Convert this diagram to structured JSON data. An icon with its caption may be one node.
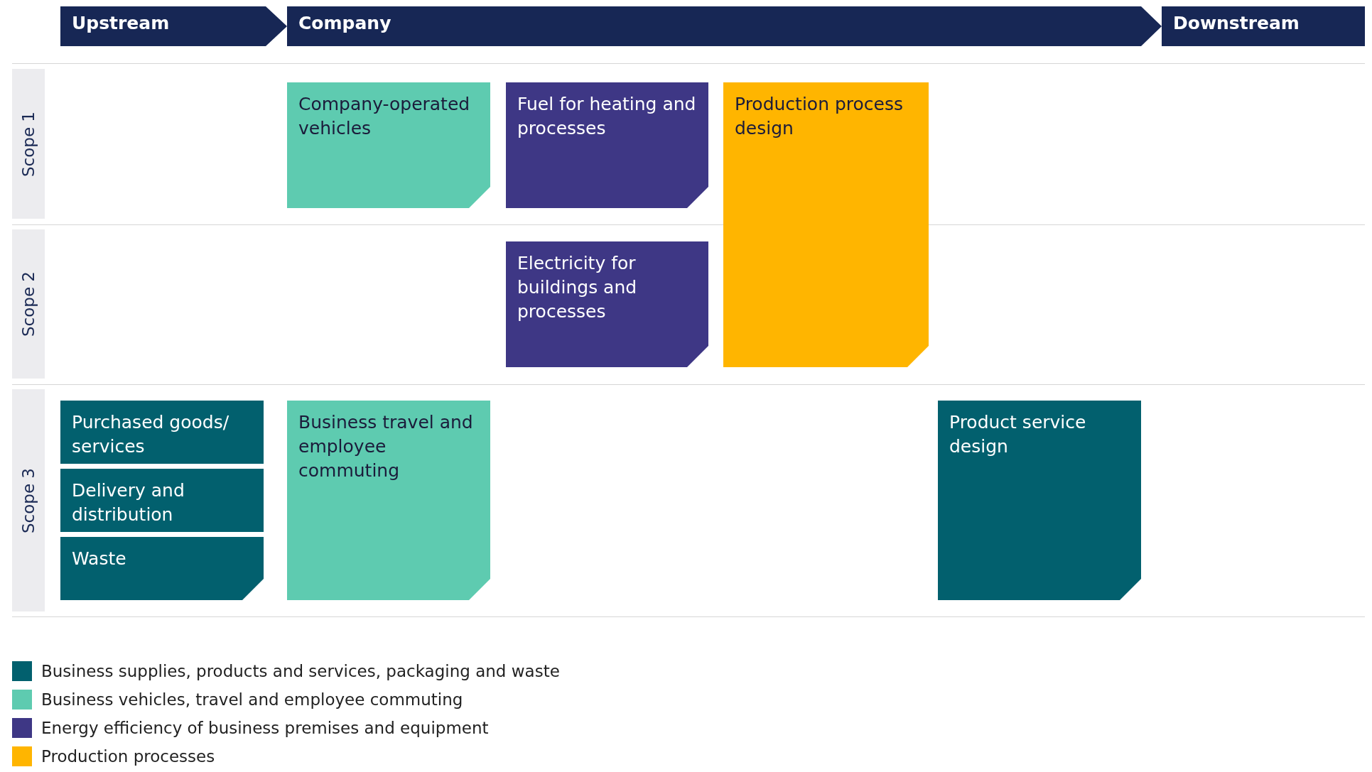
{
  "diagram": {
    "nodes": [
      {
        "text": [
          "Upstream"
        ]
      },
      {
        "text": [
          "Company"
        ]
      },
      {
        "text": [
          "Downstream"
        ]
      },
      {
        "text": [
          "Scope 1"
        ]
      },
      {
        "text": [
          "Scope 2"
        ]
      },
      {
        "text": [
          "Scope 3"
        ]
      },
      {
        "text": [
          "Company-operated vehicles"
        ]
      },
      {
        "text": [
          "Fuel for heating and processes"
        ]
      },
      {
        "text": [
          "Production process design"
        ]
      },
      {
        "text": [
          "Electricity for buildings and processes"
        ]
      },
      {
        "text": [
          "Purchased goods/ services"
        ]
      },
      {
        "text": [
          "Business travel and employee commuting"
        ]
      },
      {
        "text": [
          "Product service design"
        ]
      },
      {
        "text": [
          "Delivery and distribution"
        ]
      },
      {
        "text": [
          "Waste"
        ]
      }
    ],
    "legend": [
      {
        "text": "Business supplies, products and services, packaging and waste",
        "color": "#02606e"
      },
      {
        "text": "Business vehicles, travel and employee commuting",
        "color": "#5ecbb0"
      },
      {
        "text": "Energy efficiency of business premises and equipment",
        "color": "#3e3785"
      },
      {
        "text": "Production processes",
        "color": "#ffb500"
      }
    ]
  }
}
